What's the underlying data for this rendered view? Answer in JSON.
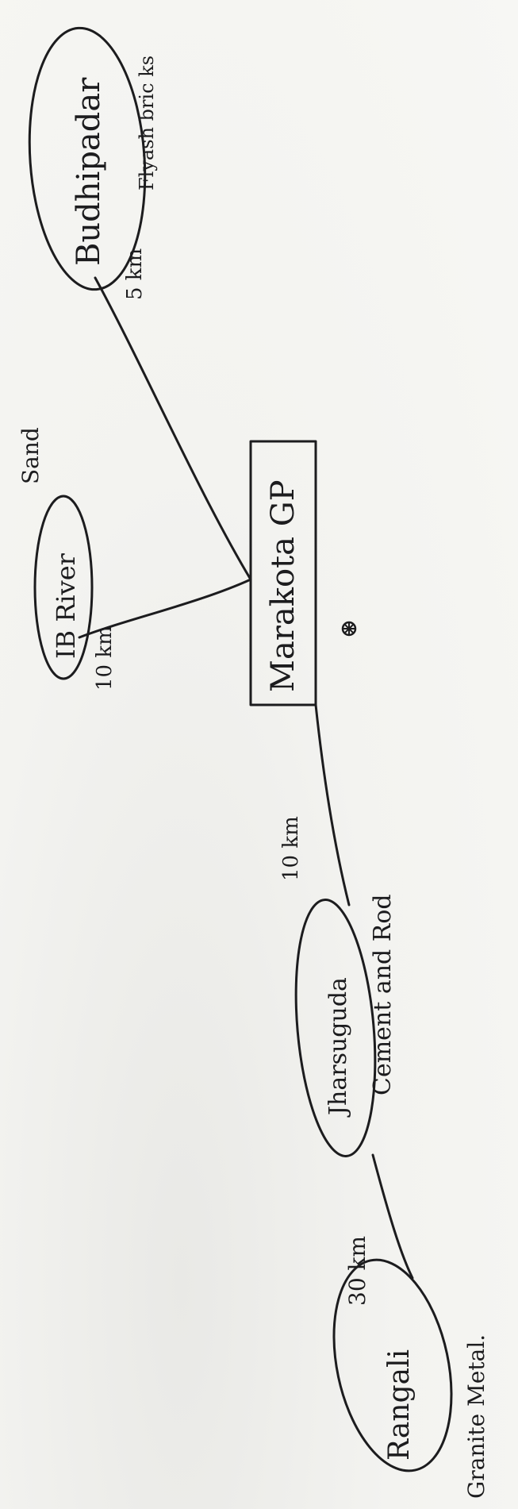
{
  "nodes": {
    "budhipadar": {
      "label": "Budhipadar",
      "material": "Flyash bric ks",
      "distance": "5 km"
    },
    "ib_river": {
      "label": "IB River",
      "material": "Sand",
      "distance": "10 km"
    },
    "gp": {
      "label": "Marakota GP"
    },
    "jharsuguda": {
      "label": "Jharsuguda",
      "material": "Cement and Rod",
      "distance": "10 km"
    },
    "rangali": {
      "label": "Rangali",
      "material": "Granite Metal.",
      "distance": "30 km"
    }
  }
}
